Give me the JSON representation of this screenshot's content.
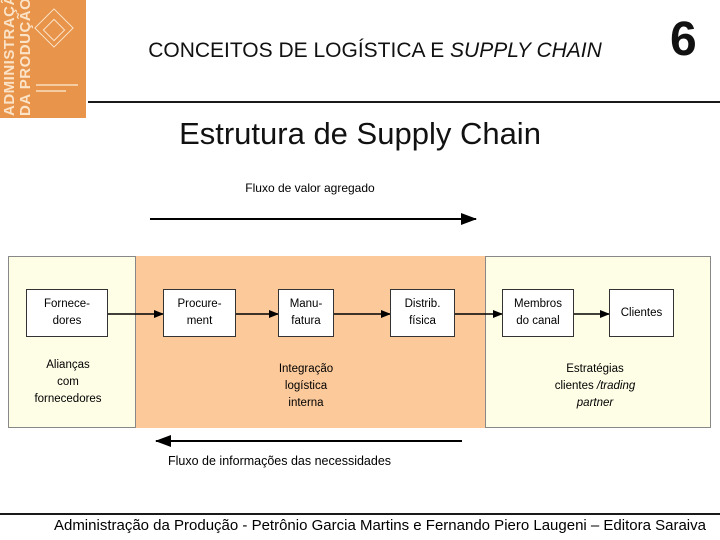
{
  "logo": {
    "line1": "ADMINISTRAÇÃO",
    "line2": "DA PRODUÇÃO"
  },
  "header": {
    "title": "CONCEITOS DE LOGÍSTICA E ",
    "title_italic": "SUPPLY CHAIN",
    "chapter_number": "6"
  },
  "slide_title": "Estrutura de Supply Chain",
  "value_flow_label": "Fluxo de valor agregado",
  "info_flow_label": "Fluxo de informações das necessidades",
  "boxes": {
    "fornecedores": [
      "Fornece-",
      "dores"
    ],
    "procurement": [
      "Procure-",
      "ment"
    ],
    "manufatura": [
      "Manu-",
      "fatura"
    ],
    "distrib": [
      "Distrib.",
      "física"
    ],
    "membros": [
      "Membros",
      "do canal"
    ],
    "clientes": "Clientes"
  },
  "labels": {
    "aliancas": [
      "Alianças",
      "com",
      "fornecedores"
    ],
    "integracao": [
      "Integração",
      "logística",
      "interna"
    ],
    "estrategias_l1": "Estratégias",
    "estrategias_l2": "clientes ",
    "estrategias_l2_italic": "/trading",
    "estrategias_l3": "partner"
  },
  "colors": {
    "logo": "#e8944a",
    "center_zone": "#fbc99a",
    "frame": "#fefde6"
  },
  "footer": "Administração da Produção - Petrônio Garcia Martins e Fernando Piero Laugeni – Editora Saraiva"
}
